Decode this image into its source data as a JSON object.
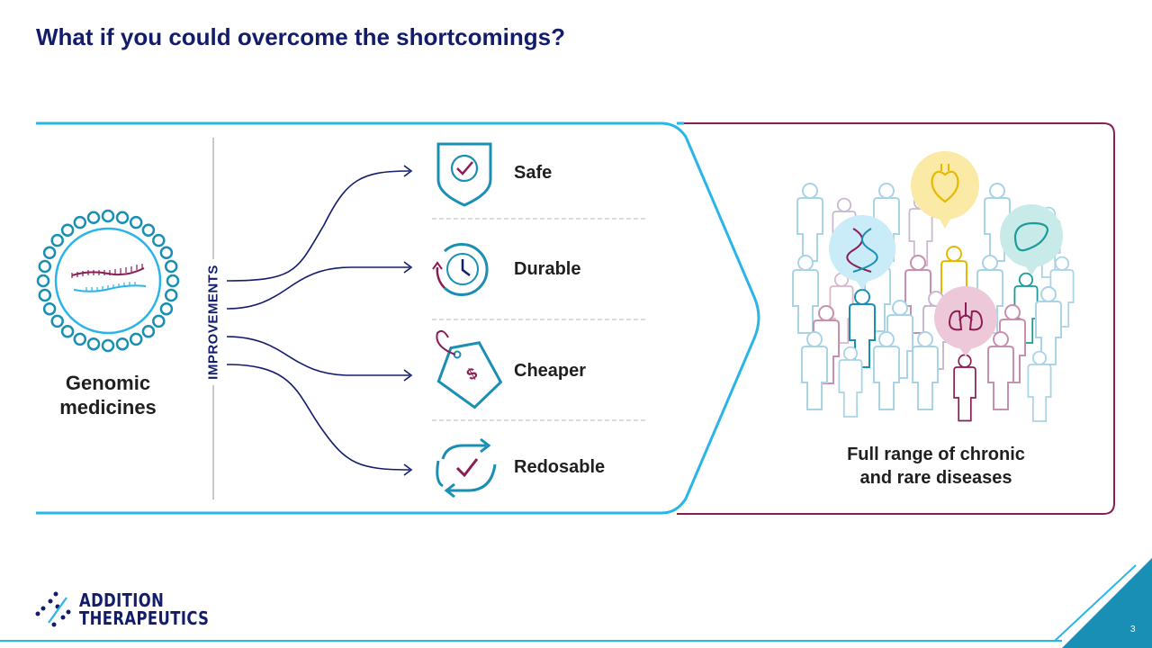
{
  "slide": {
    "title": "What if you could overcome the shortcomings?",
    "page_number": "3"
  },
  "left_panel": {
    "label": "Genomic medicines",
    "label_line1": "Genomic",
    "label_line2": "medicines",
    "axis_label": "IMPROVEMENTS"
  },
  "improvements": [
    {
      "label": "Safe",
      "icon": "shield-check-icon"
    },
    {
      "label": "Durable",
      "icon": "clock-icon"
    },
    {
      "label": "Cheaper",
      "icon": "price-tag-icon"
    },
    {
      "label": "Redosable",
      "icon": "cycle-check-icon"
    }
  ],
  "right_panel": {
    "label_line1": "Full range of chronic",
    "label_line2": "and rare diseases",
    "bubbles": [
      "dna-icon",
      "heart-icon",
      "liver-icon",
      "lungs-icon"
    ]
  },
  "logo": {
    "line1": "ADDITION",
    "line2": "THERAPEUTICS"
  },
  "colors": {
    "navy": "#111d6b",
    "cyan": "#29b5e8",
    "teal": "#1a8fb5",
    "maroon": "#8c1d54",
    "gold": "#e6b800"
  }
}
